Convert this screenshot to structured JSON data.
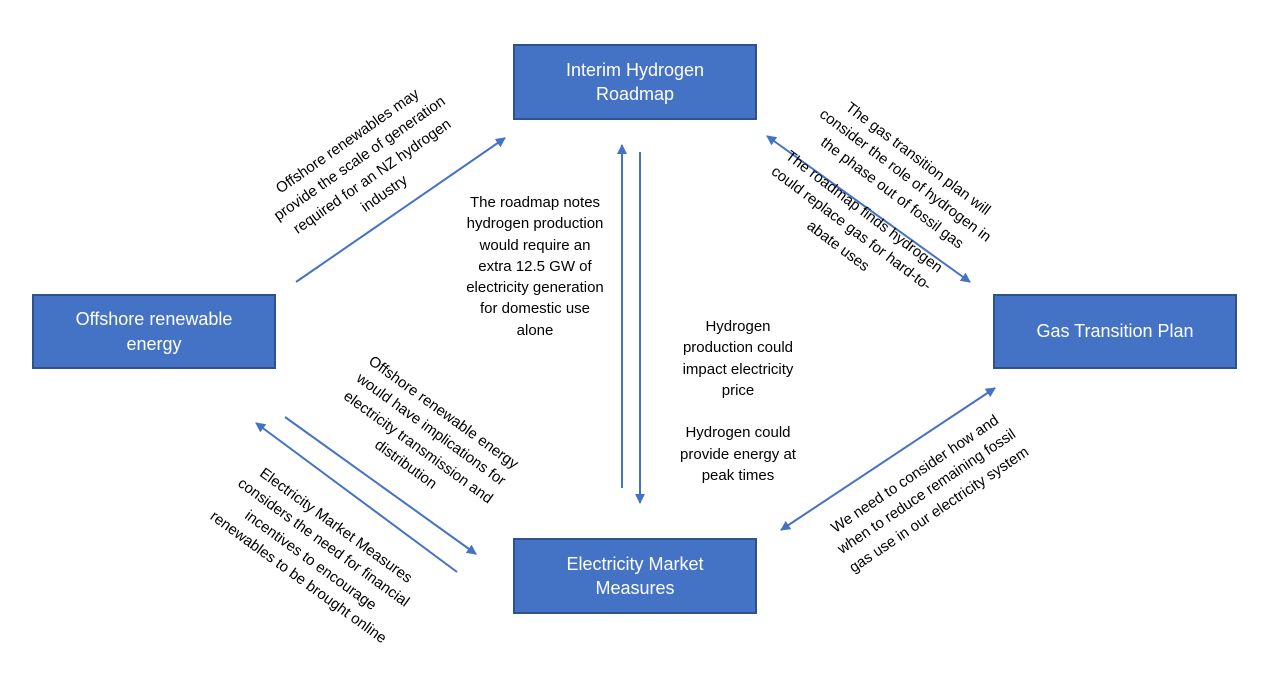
{
  "colors": {
    "node_fill": "#4472c4",
    "node_border": "#2f528f",
    "arrow": "#4472c4",
    "text": "#000000"
  },
  "nodes": {
    "hydrogen": "Interim Hydrogen\nRoadmap",
    "offshore": "Offshore renewable\nenergy",
    "gas": "Gas Transition Plan",
    "electricity": "Electricity Market\nMeasures"
  },
  "labels": {
    "offshore_to_hydrogen": "Offshore renewables may\nprovide the scale of generation\nrequired for an NZ hydrogen\nindustry",
    "gas_considers_hydrogen": "The gas transition plan will\nconsider the role of hydrogen in\nthe phase out of fossil gas",
    "hydrogen_replace_gas": "The roadmap finds hydrogen\ncould replace gas for hard-to-\nabate uses",
    "hydrogen_needs_electricity": "The roadmap notes\nhydrogen production\nwould require an\nextra 12.5 GW of\nelectricity generation\nfor domestic use\nalone",
    "hydrogen_impacts_electricity": "Hydrogen\nproduction could\nimpact electricity\nprice\n\nHydrogen could\nprovide energy at\npeak times",
    "offshore_to_electricity": "Offshore renewable energy\nwould have implications for\nelectricity transmission and\ndistribution",
    "electricity_to_offshore": "Electricity Market Measures\nconsiders the need for financial\nincentives to encourage\nrenewables to be brought online",
    "gas_electricity": "We need to consider how and\nwhen to reduce remaining fossil\ngas use in our electricity system"
  }
}
